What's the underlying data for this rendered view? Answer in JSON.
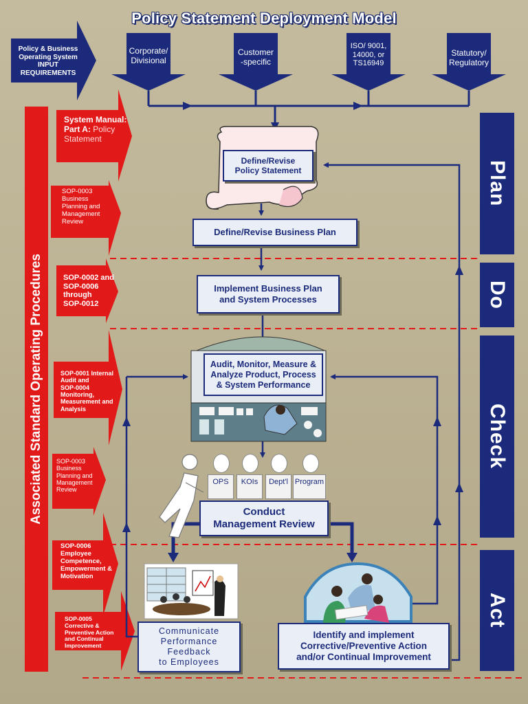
{
  "title": "Policy Statement Deployment Model",
  "input_arrow": {
    "line1": "Policy & Business",
    "line2": "Operating System",
    "line3": "INPUT",
    "line4": "REQUIREMENTS"
  },
  "inputs": [
    {
      "line1": "Corporate/",
      "line2": "Divisional",
      "line3": ""
    },
    {
      "line1": "Customer",
      "line2": "-specific",
      "line3": ""
    },
    {
      "line1": "ISO/ 9001,",
      "line2": "14000, or",
      "line3": "TS16949"
    },
    {
      "line1": "Statutory/",
      "line2": "Regulatory",
      "line3": ""
    }
  ],
  "side_band": "Associated Standard Operating Procedures",
  "sop_arrows": {
    "s1": {
      "l1": "System Manual:",
      "l2": "Part A:",
      "l2b": " Policy",
      "l3": "Statement"
    },
    "s2": {
      "l1": "SOP-0003",
      "l2": "Business",
      "l3": "Planning and",
      "l4": "Management",
      "l5": "Review"
    },
    "s3": {
      "l1": "SOP-0002 and",
      "l2": "SOP-0006 through",
      "l3": "SOP-0012"
    },
    "s4": {
      "l1": "SOP-0001 Internal",
      "l2": "Audit and",
      "l3": "SOP-0004 Monitoring,",
      "l4": "Measurement and",
      "l5": "Analysis"
    },
    "s5": {
      "l1": "SOP-0003",
      "l2": "Business",
      "l3": "Planning and",
      "l4": "Management",
      "l5": "Review"
    },
    "s6": {
      "l1": "SOP-0006",
      "l2": "Employee",
      "l3": "Competence,",
      "l4": "Empowerment &",
      "l5": "Motivation"
    },
    "s7": {
      "l1": "SOP-0005",
      "l2": "Corrective &",
      "l3": "Preventive Action",
      "l4": "and Continual",
      "l5": "Improvement"
    }
  },
  "boxes": {
    "define_policy": {
      "l1": "Define/Revise",
      "l2": "Policy Statement"
    },
    "define_plan": "Define/Revise Business Plan",
    "implement": {
      "l1": "Implement Business Plan",
      "l2": "and System Processes"
    },
    "audit": {
      "l1": "Audit, Monitor, Measure &",
      "l2": "Analyze Product, Process",
      "l3": "& System Performance"
    },
    "review": {
      "l1": "Conduct",
      "l2": "Management Review"
    },
    "communicate": {
      "l1": "Communicate",
      "l2": "Performance",
      "l3": "Feedback",
      "l4": "to Employees"
    },
    "corrective": {
      "l1": "Identify and implement",
      "l2": "Corrective/Preventive Action",
      "l3": "and/or Continual Improvement"
    }
  },
  "review_inputs": [
    "OPS",
    "KOIs",
    "Dept'l",
    "Program"
  ],
  "pdca": [
    "Plan",
    "Do",
    "Check",
    "Act"
  ],
  "colors": {
    "navy": "#1b2a7a",
    "red": "#e11919",
    "background": "#bab091",
    "box_fill": "#e9eef7",
    "dash": "#e11919"
  }
}
